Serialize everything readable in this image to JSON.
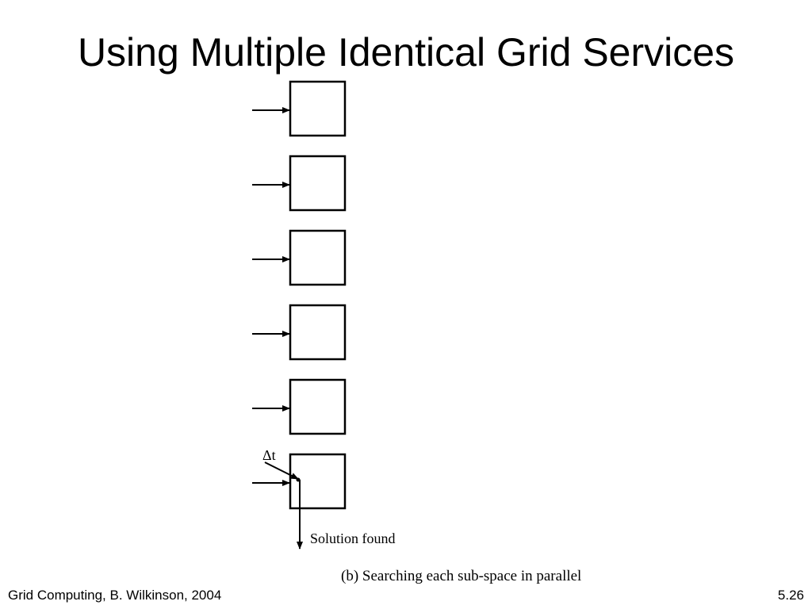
{
  "slide": {
    "title": "Using Multiple Identical Grid Services",
    "footer_left": "Grid Computing, B. Wilkinson, 2004",
    "footer_right": "5.26"
  },
  "diagram": {
    "box_count": 6,
    "delta_label": "Δt",
    "solution_label": "Solution found",
    "caption": "(b) Searching each sub-space in parallel"
  }
}
